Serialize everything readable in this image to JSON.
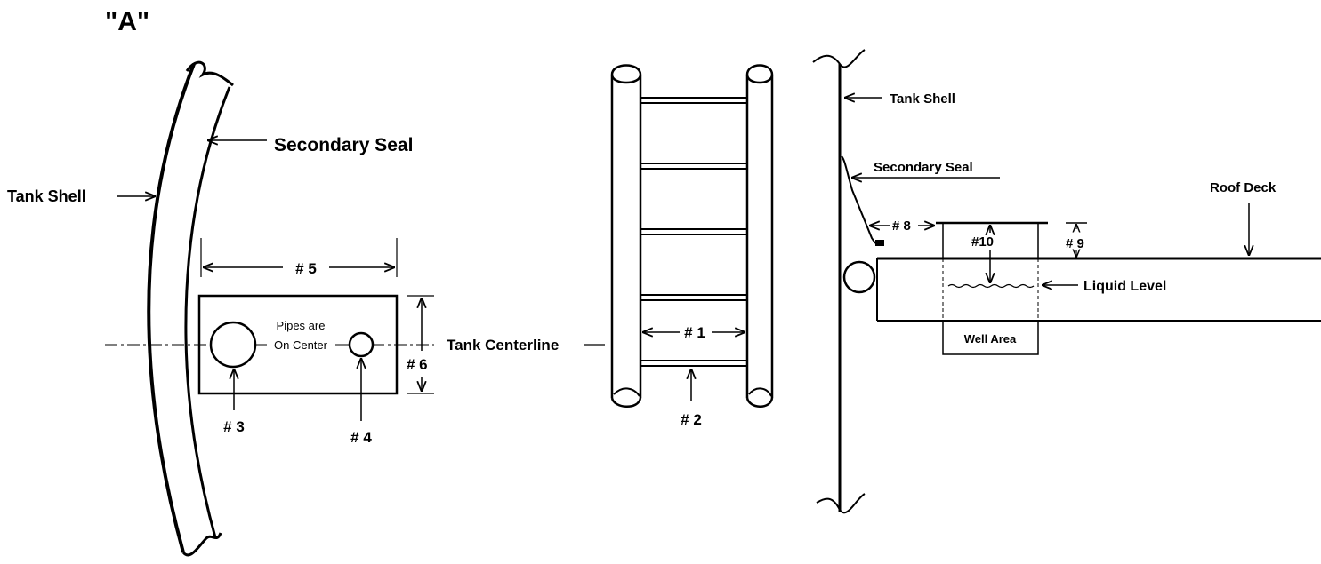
{
  "title": "\"A\"",
  "left_view": {
    "secondary_seal": "Secondary  Seal",
    "tank_shell": "Tank Shell",
    "dim_5": "# 5",
    "dim_6": "# 6",
    "pipes_line1": "Pipes are",
    "pipes_line2": "On Center",
    "dim_3": "# 3",
    "dim_4": "# 4",
    "tank_centerline": "Tank Centerline"
  },
  "ladder_view": {
    "dim_1": "# 1",
    "dim_2": "# 2"
  },
  "section_view": {
    "tank_shell": "Tank Shell",
    "secondary_seal": "Secondary Seal",
    "roof_deck": "Roof Deck",
    "dim_8": "# 8",
    "dim_9": "# 9",
    "dim_10": "#10",
    "liquid_level": "Liquid Level",
    "well_area": "Well Area"
  }
}
